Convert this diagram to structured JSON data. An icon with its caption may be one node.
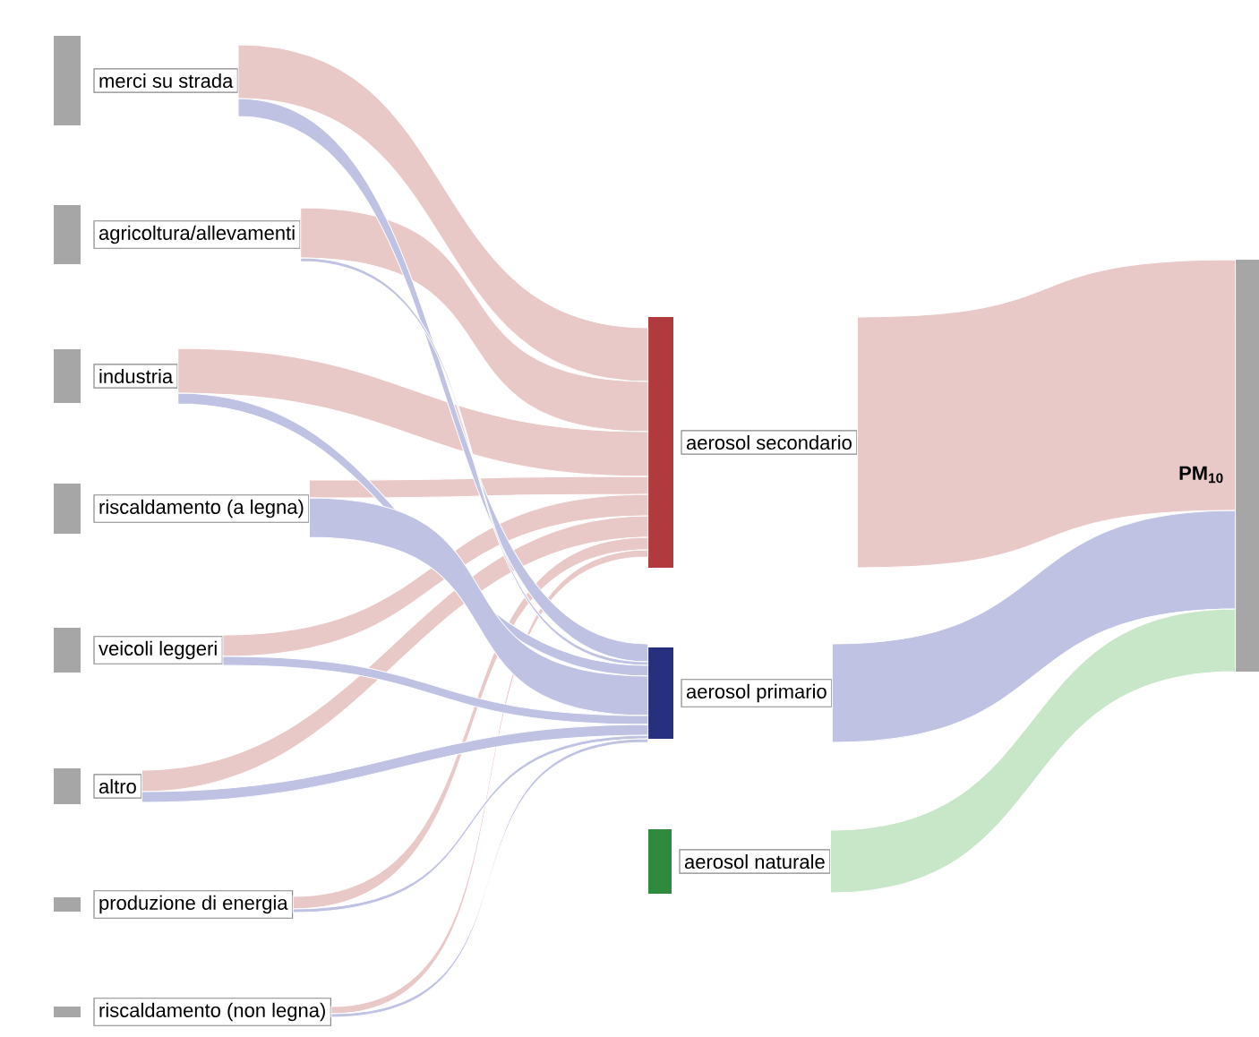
{
  "diagram": {
    "nodes": [
      {
        "text": [
          "merci su strada"
        ]
      },
      {
        "text": [
          "agricoltura/allevamenti"
        ]
      },
      {
        "text": [
          "industria"
        ]
      },
      {
        "text": [
          "riscaldamento (a legna)"
        ]
      },
      {
        "text": [
          "veicoli leggeri"
        ]
      },
      {
        "text": [
          "altro"
        ]
      },
      {
        "text": [
          "produzione di energia"
        ]
      },
      {
        "text": [
          "riscaldamento (non legna)"
        ]
      },
      {
        "text": [
          "aerosol secondario"
        ]
      },
      {
        "text": [
          "aerosol primario"
        ]
      },
      {
        "text": [
          "aerosol naturale"
        ]
      },
      {
        "text": [
          "PM$_{10}$"
        ]
      }
    ],
    "edges": [
      {
        "from": 0,
        "to": 8,
        "arrow": "none"
      },
      {
        "from": 1,
        "to": 8,
        "arrow": "none"
      },
      {
        "from": 2,
        "to": 8,
        "arrow": "none"
      },
      {
        "from": 3,
        "to": 8,
        "arrow": "none"
      },
      {
        "from": 4,
        "to": 8,
        "arrow": "none"
      },
      {
        "from": 5,
        "to": 8,
        "arrow": "none"
      },
      {
        "from": 6,
        "to": 8,
        "arrow": "none"
      },
      {
        "from": 7,
        "to": 8,
        "arrow": "none"
      },
      {
        "from": 0,
        "to": 9,
        "arrow": "none",
        "color": "#bfc2e3"
      },
      {
        "from": 1,
        "to": 9,
        "arrow": "none",
        "color": "#bfc2e3"
      },
      {
        "from": 2,
        "to": 9,
        "arrow": "none",
        "color": "#bfc2e3"
      },
      {
        "from": 3,
        "to": 9,
        "arrow": "none",
        "color": "#bfc2e3"
      },
      {
        "from": 4,
        "to": 9,
        "arrow": "none",
        "color": "#bfc2e3"
      },
      {
        "from": 5,
        "to": 9,
        "arrow": "none",
        "color": "#bfc2e3"
      },
      {
        "from": 6,
        "to": 9,
        "arrow": "none",
        "color": "#bfc2e3"
      },
      {
        "from": 7,
        "to": 9,
        "arrow": "none",
        "color": "#bfc2e3"
      },
      {
        "from": 8,
        "to": 11,
        "arrow": "none"
      },
      {
        "from": 9,
        "to": 11,
        "arrow": "none",
        "color": "#bfc2e3"
      },
      {
        "from": 10,
        "to": 11,
        "arrow": "none",
        "color": "#c8e6c8"
      }
    ]
  }
}
